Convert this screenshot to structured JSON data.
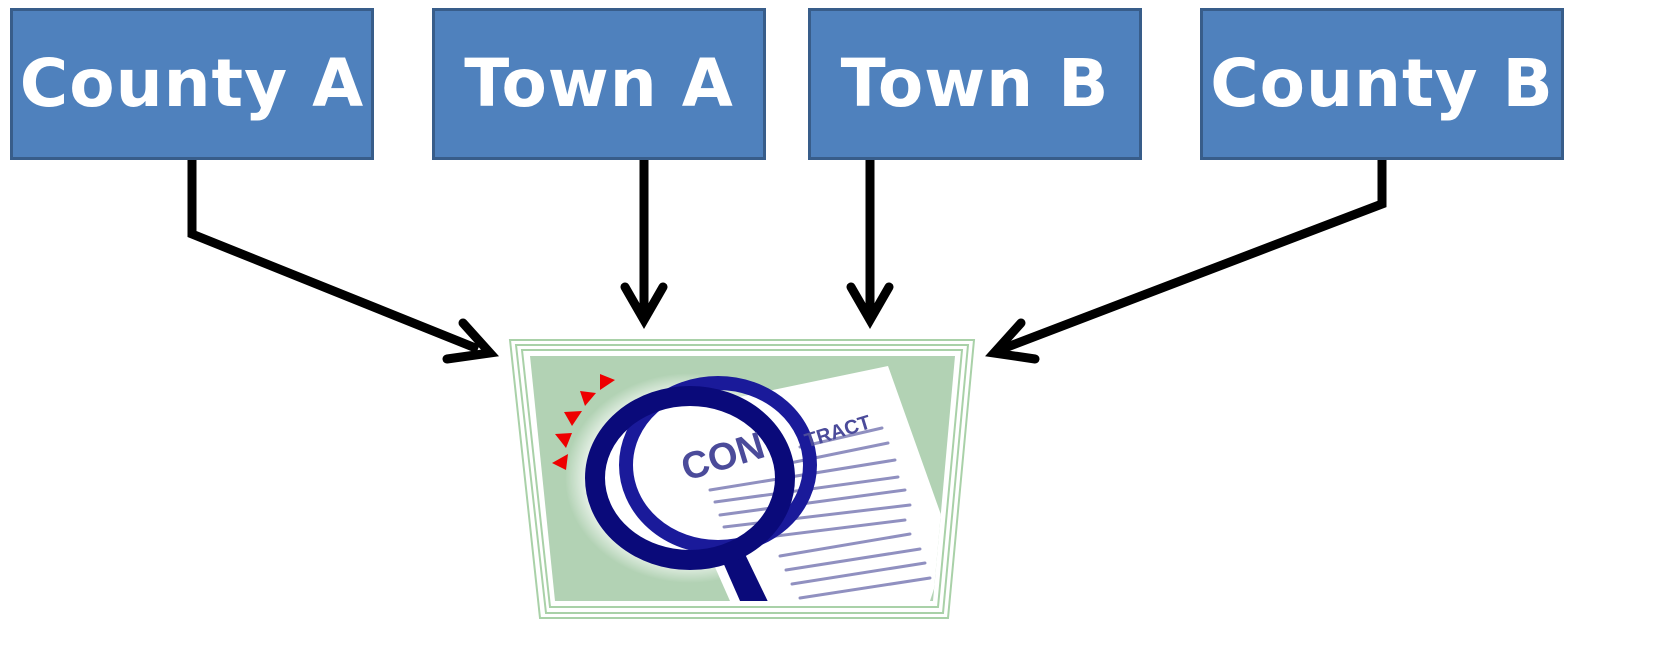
{
  "diagram": {
    "entities": [
      {
        "id": "county-a",
        "label": "County A"
      },
      {
        "id": "town-a",
        "label": "Town A"
      },
      {
        "id": "town-b",
        "label": "Town B"
      },
      {
        "id": "county-b",
        "label": "County B"
      }
    ],
    "center_document": {
      "heading_part1": "CON",
      "heading_part2": "TRACT"
    }
  },
  "colors": {
    "node_fill": "#4f81bd",
    "node_border": "#385d8a",
    "arrow": "#000000",
    "frame": "#a9d1a8",
    "panel": "#b2d2b4",
    "lens": "#0a0a7a",
    "text_lines": "#9090c0",
    "spark": "#ee0000"
  }
}
